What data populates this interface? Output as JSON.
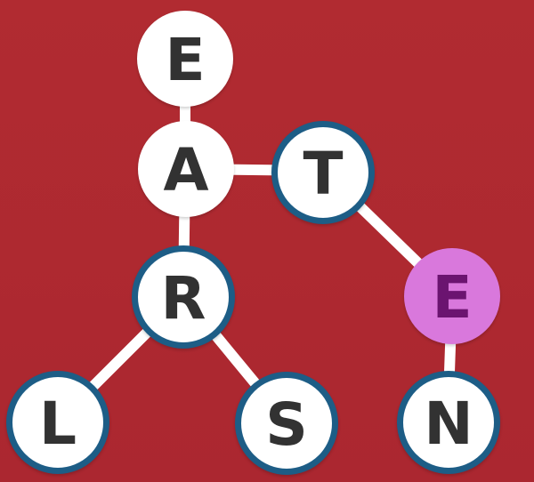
{
  "board": {
    "nodes": [
      {
        "id": "e-top",
        "letter": "E",
        "style": "plain"
      },
      {
        "id": "a",
        "letter": "A",
        "style": "plain"
      },
      {
        "id": "t",
        "letter": "T",
        "style": "ring"
      },
      {
        "id": "r",
        "letter": "R",
        "style": "ring"
      },
      {
        "id": "e-right",
        "letter": "E",
        "style": "highlight"
      },
      {
        "id": "l",
        "letter": "L",
        "style": "ring"
      },
      {
        "id": "s",
        "letter": "S",
        "style": "ring"
      },
      {
        "id": "n",
        "letter": "N",
        "style": "ring"
      }
    ],
    "links": [
      [
        "e-top",
        "a"
      ],
      [
        "a",
        "t"
      ],
      [
        "a",
        "r"
      ],
      [
        "t",
        "e-right"
      ],
      [
        "e-right",
        "n"
      ],
      [
        "r",
        "l"
      ],
      [
        "r",
        "s"
      ]
    ]
  },
  "colors": {
    "background": "#b0282f",
    "ring": "#1d5d86",
    "highlight": "#d978dc",
    "highlight_letter": "#6b1470",
    "letter": "#323232",
    "link": "#ffffff"
  }
}
